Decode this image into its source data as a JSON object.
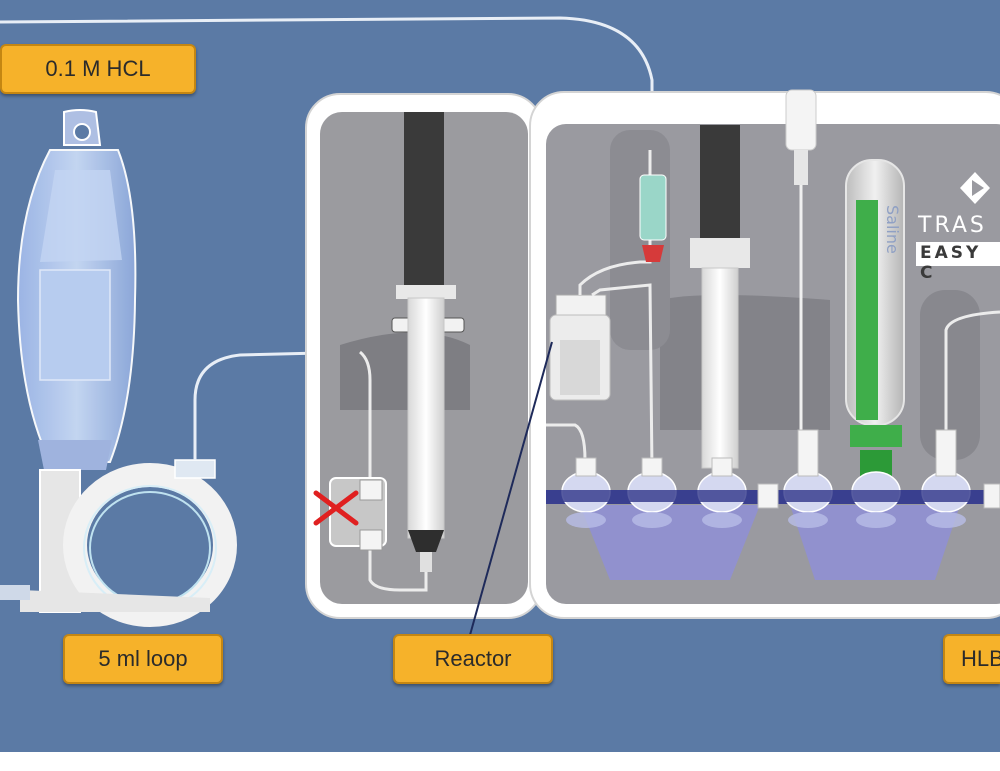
{
  "labels": {
    "hcl": "0.1 M HCL",
    "loop": "5 ml loop",
    "reactor": "Reactor",
    "hleb": "HLB"
  },
  "device": {
    "brand_line1": "TRAS",
    "brand_line2": "EASY C",
    "saline_text": "Saline"
  },
  "colors": {
    "background": "#5b7aa5",
    "label_fill": "#f6b22a",
    "manifold": "#3a3f8f",
    "cassette": "#9a9aa0",
    "device_shell": "#ffffff",
    "saline_column": "#3fae4a",
    "stopcock_closed": "#e02020"
  }
}
